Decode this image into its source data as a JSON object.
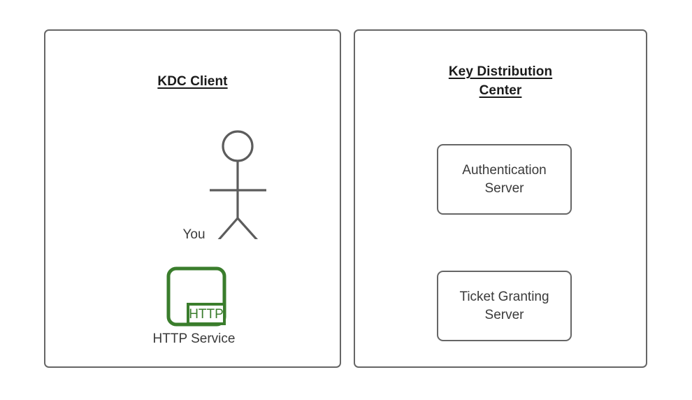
{
  "diagram": {
    "title": "Kerberos KDC architecture diagram",
    "background_color": "#ffffff",
    "stroke_color": "#666666",
    "text_color": "#3a3a3a",
    "heading_color": "#1a1a1a",
    "accent_color": "#3a7d2c"
  },
  "panels": [
    {
      "id": "kdc-client",
      "title_lines": [
        "KDC Client"
      ],
      "nodes": [
        {
          "id": "you",
          "type": "actor",
          "icon": "stick-figure-icon",
          "label": "You"
        },
        {
          "id": "http-service",
          "type": "service",
          "icon": "http-service-icon",
          "badge": "HTTP",
          "label": "HTTP Service",
          "color": "#3a7d2c"
        }
      ]
    },
    {
      "id": "key-distribution-center",
      "title_lines": [
        "Key Distribution",
        "Center"
      ],
      "nodes": [
        {
          "id": "authentication-server",
          "type": "box",
          "label": "Authentication\nServer"
        },
        {
          "id": "ticket-granting-server",
          "type": "box",
          "label": "Ticket Granting\nServer"
        }
      ]
    }
  ]
}
